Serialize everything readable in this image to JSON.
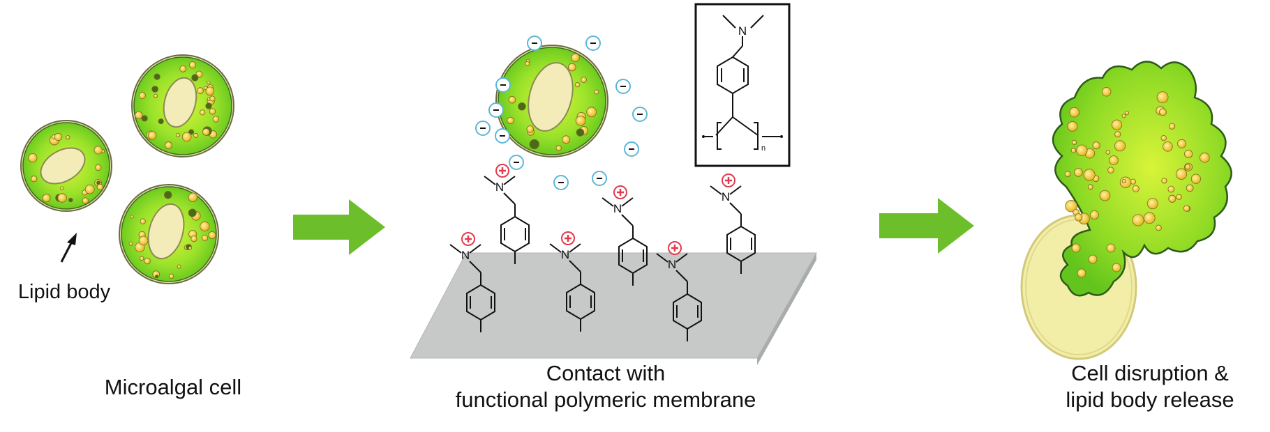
{
  "panels": {
    "left": {
      "caption": "Microalgal cell",
      "annotation": "Lipid body"
    },
    "middle": {
      "caption_line1": "Contact with",
      "caption_line2": "functional polymeric membrane"
    },
    "right": {
      "caption_line1": "Cell disruption &",
      "caption_line2": "lipid body release"
    }
  },
  "structure": {
    "nitrogen": "N",
    "repeat_index": "n",
    "positive_charge": "+",
    "negative_charge": "−"
  },
  "colors": {
    "cell_green": "#6fd21f",
    "cell_light_green": "#c8f02a",
    "nucleus": "#f3ecb8",
    "lipid": "#f5d03c",
    "arrow_green": "#6cbf2a",
    "membrane": "#c7c9c9",
    "positive": "#e43a4c",
    "negative": "#5ab8d6"
  },
  "icons": [
    "microalgal-cell-icon",
    "process-arrow-icon",
    "membrane-surface-icon",
    "polymer-structure-icon",
    "ruptured-cell-icon"
  ]
}
